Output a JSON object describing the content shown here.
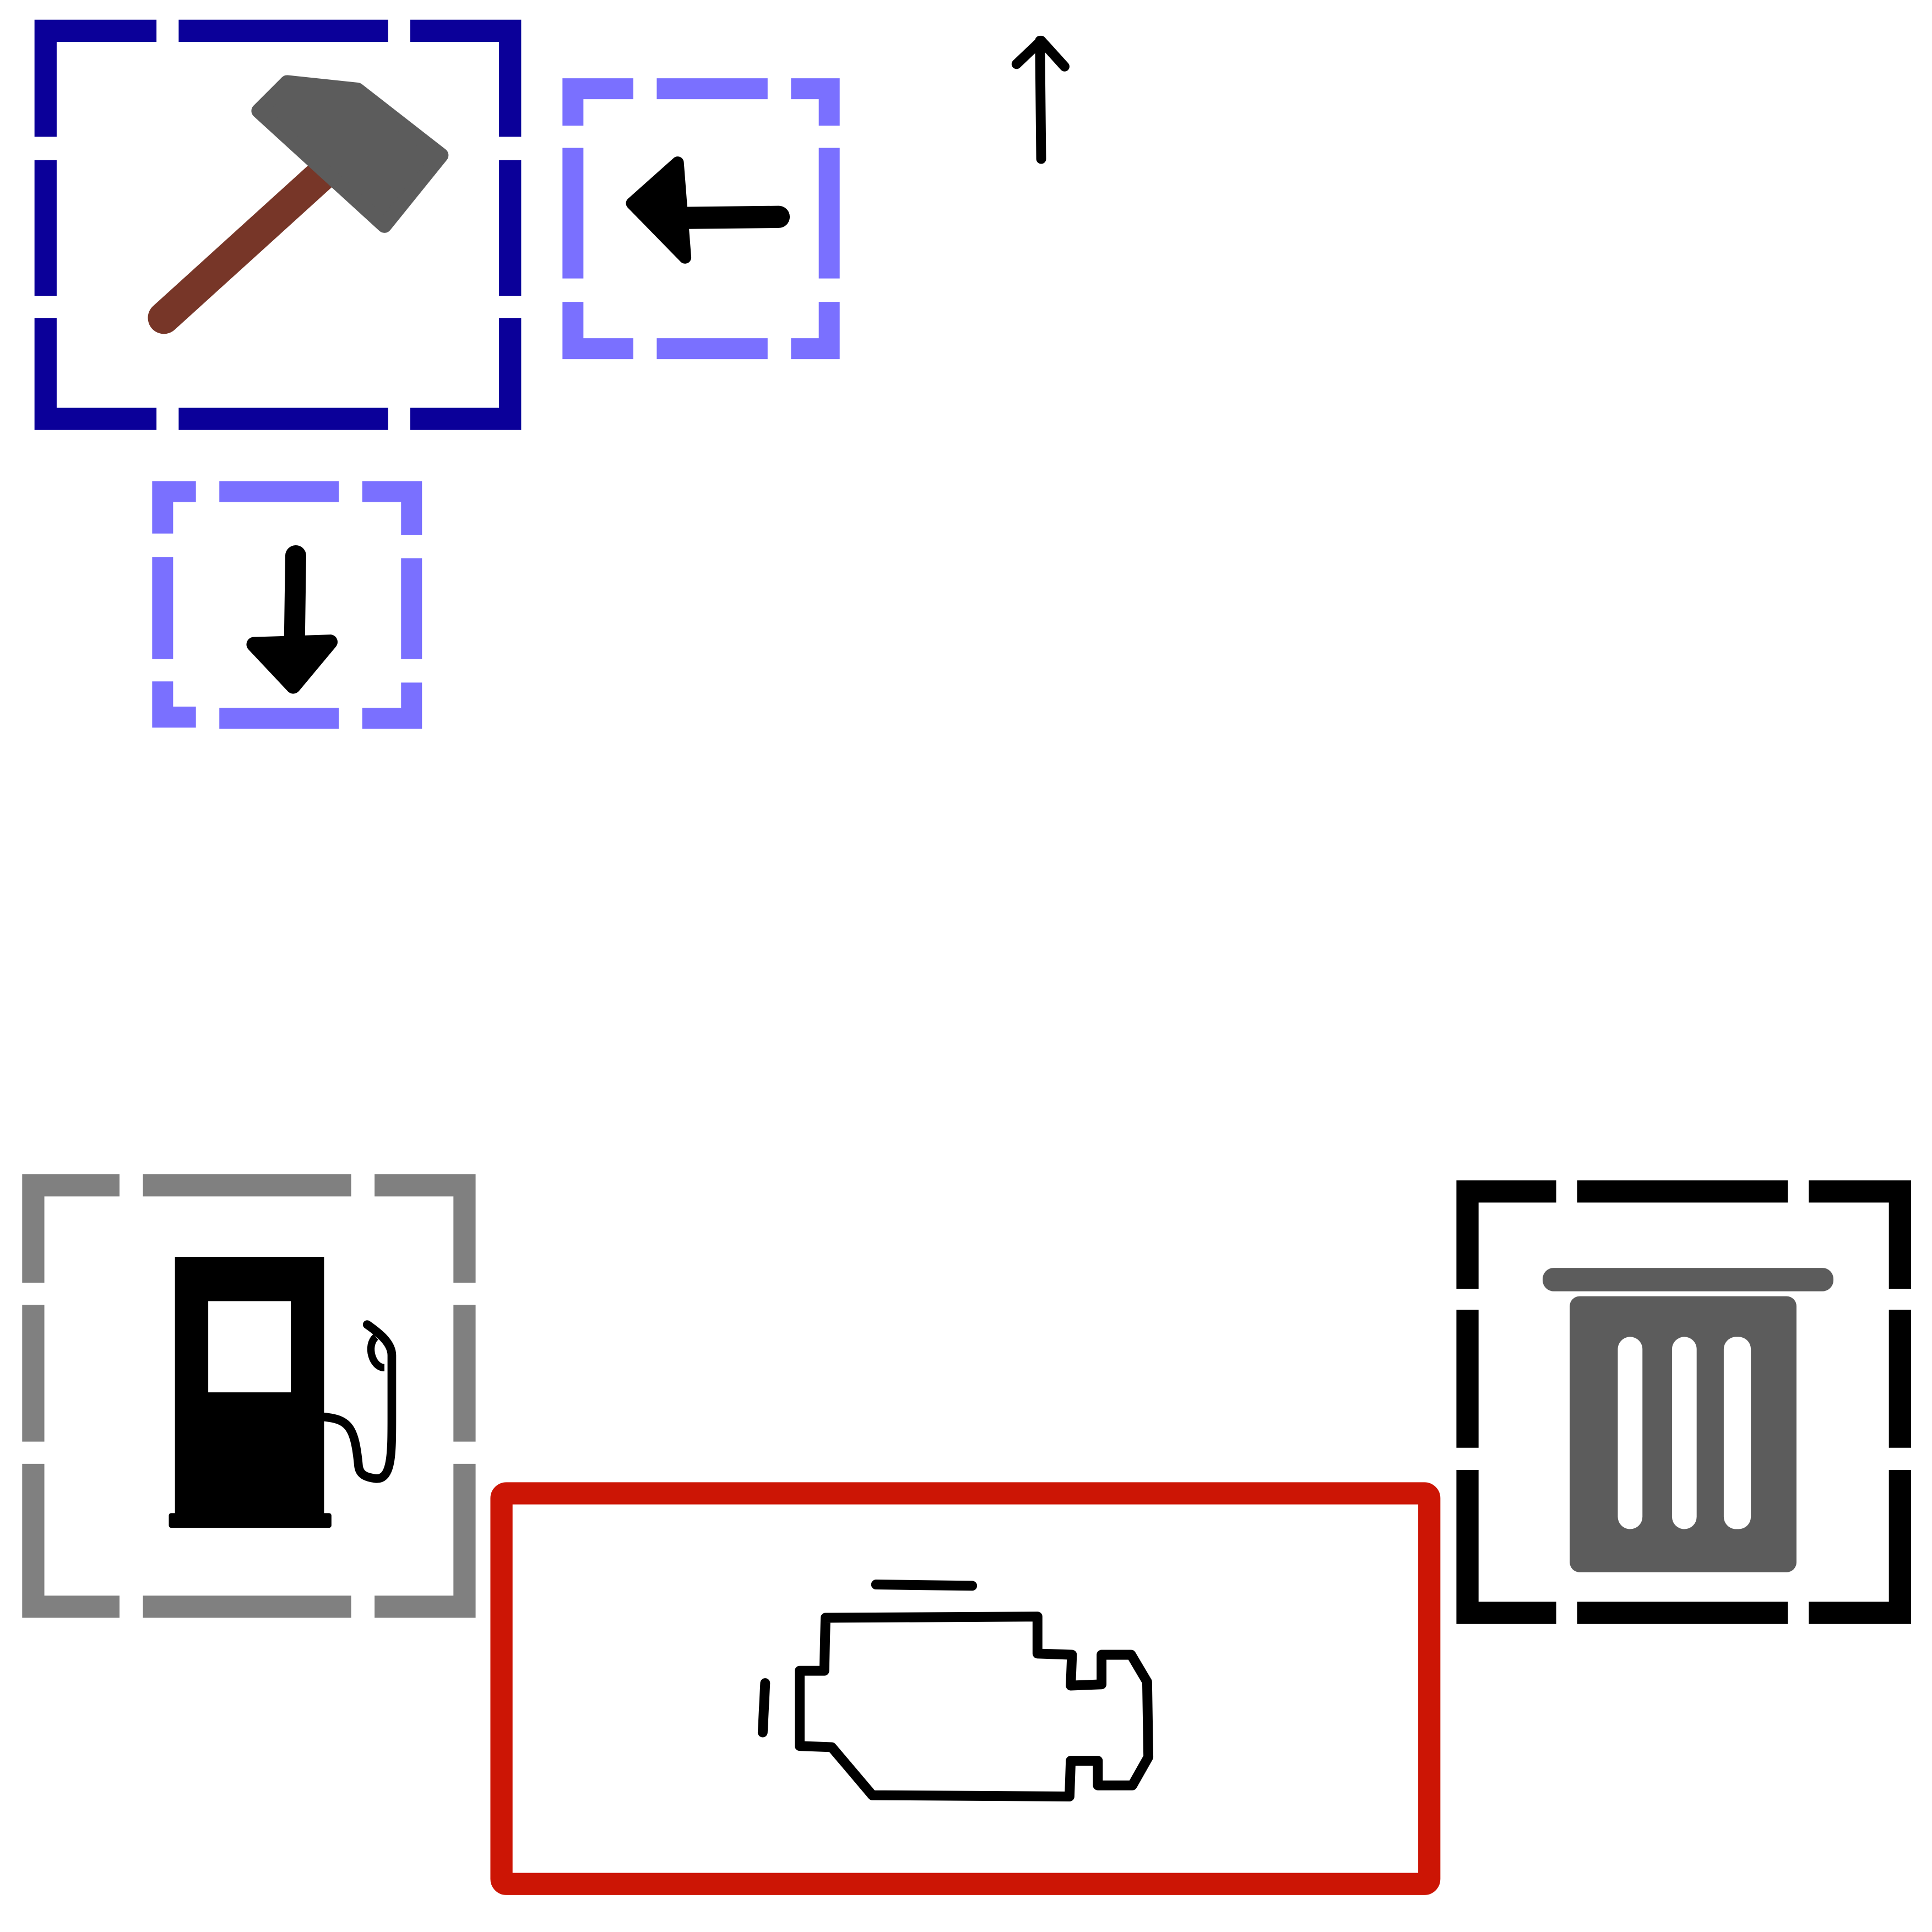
{
  "colors": {
    "hammer_box": "#0b0099",
    "arrow_box": "#7a70ff",
    "fuel_box": "#808080",
    "trash_box": "#000000",
    "engine_box": "#cc1505",
    "hammer_head": "#5c5c5c",
    "hammer_handle": "#773628",
    "trash_body": "#5c5c5c",
    "glyph": "#000000"
  },
  "icons": [
    {
      "id": "hammer",
      "name": "hammer-icon",
      "frame": "dashed",
      "frame_color": "hammer_box"
    },
    {
      "id": "arrow-left",
      "name": "arrow-left-icon",
      "frame": "dashed",
      "frame_color": "arrow_box"
    },
    {
      "id": "arrow-up",
      "name": "arrow-up-icon",
      "frame": "none"
    },
    {
      "id": "arrow-down",
      "name": "arrow-down-icon",
      "frame": "dashed",
      "frame_color": "arrow_box"
    },
    {
      "id": "fuel-pump",
      "name": "fuel-pump-icon",
      "frame": "dashed",
      "frame_color": "fuel_box"
    },
    {
      "id": "trash-can",
      "name": "trash-can-icon",
      "frame": "dashed",
      "frame_color": "trash_box"
    },
    {
      "id": "engine",
      "name": "engine-icon",
      "frame": "solid",
      "frame_color": "engine_box"
    }
  ]
}
